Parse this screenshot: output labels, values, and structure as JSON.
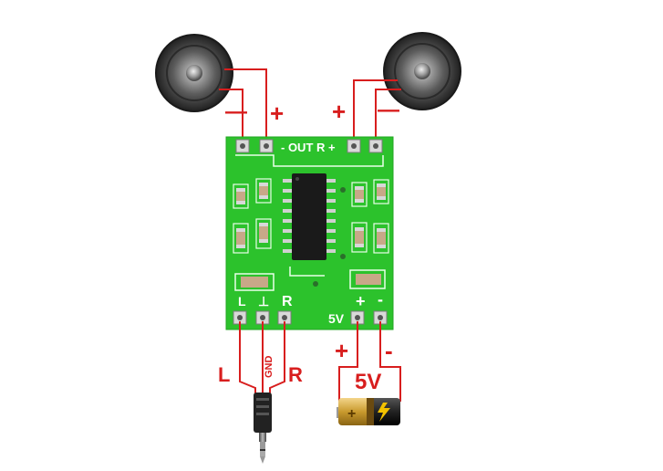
{
  "board": {
    "silk_top": "- OUT R +",
    "label_left": "L",
    "label_gnd": "⊥",
    "label_right": "R",
    "label_5v": "5V",
    "label_plus": "+",
    "label_minus": "-"
  },
  "speakers": {
    "left_minus": "—",
    "left_plus": "+",
    "right_plus": "+",
    "right_minus": "—"
  },
  "input": {
    "left": "L",
    "gnd": "GND",
    "right": "R"
  },
  "power": {
    "plus": "+",
    "minus": "-",
    "voltage": "5V",
    "battery_plus": "+"
  },
  "colors": {
    "wire": "#d81e1e",
    "pcb": "#2cc22c",
    "pcb_light": "#5fd65f",
    "chip": "#1a1a1a",
    "speaker_cone": "#5a5a5a",
    "battery_gold": "#c99a2e"
  }
}
